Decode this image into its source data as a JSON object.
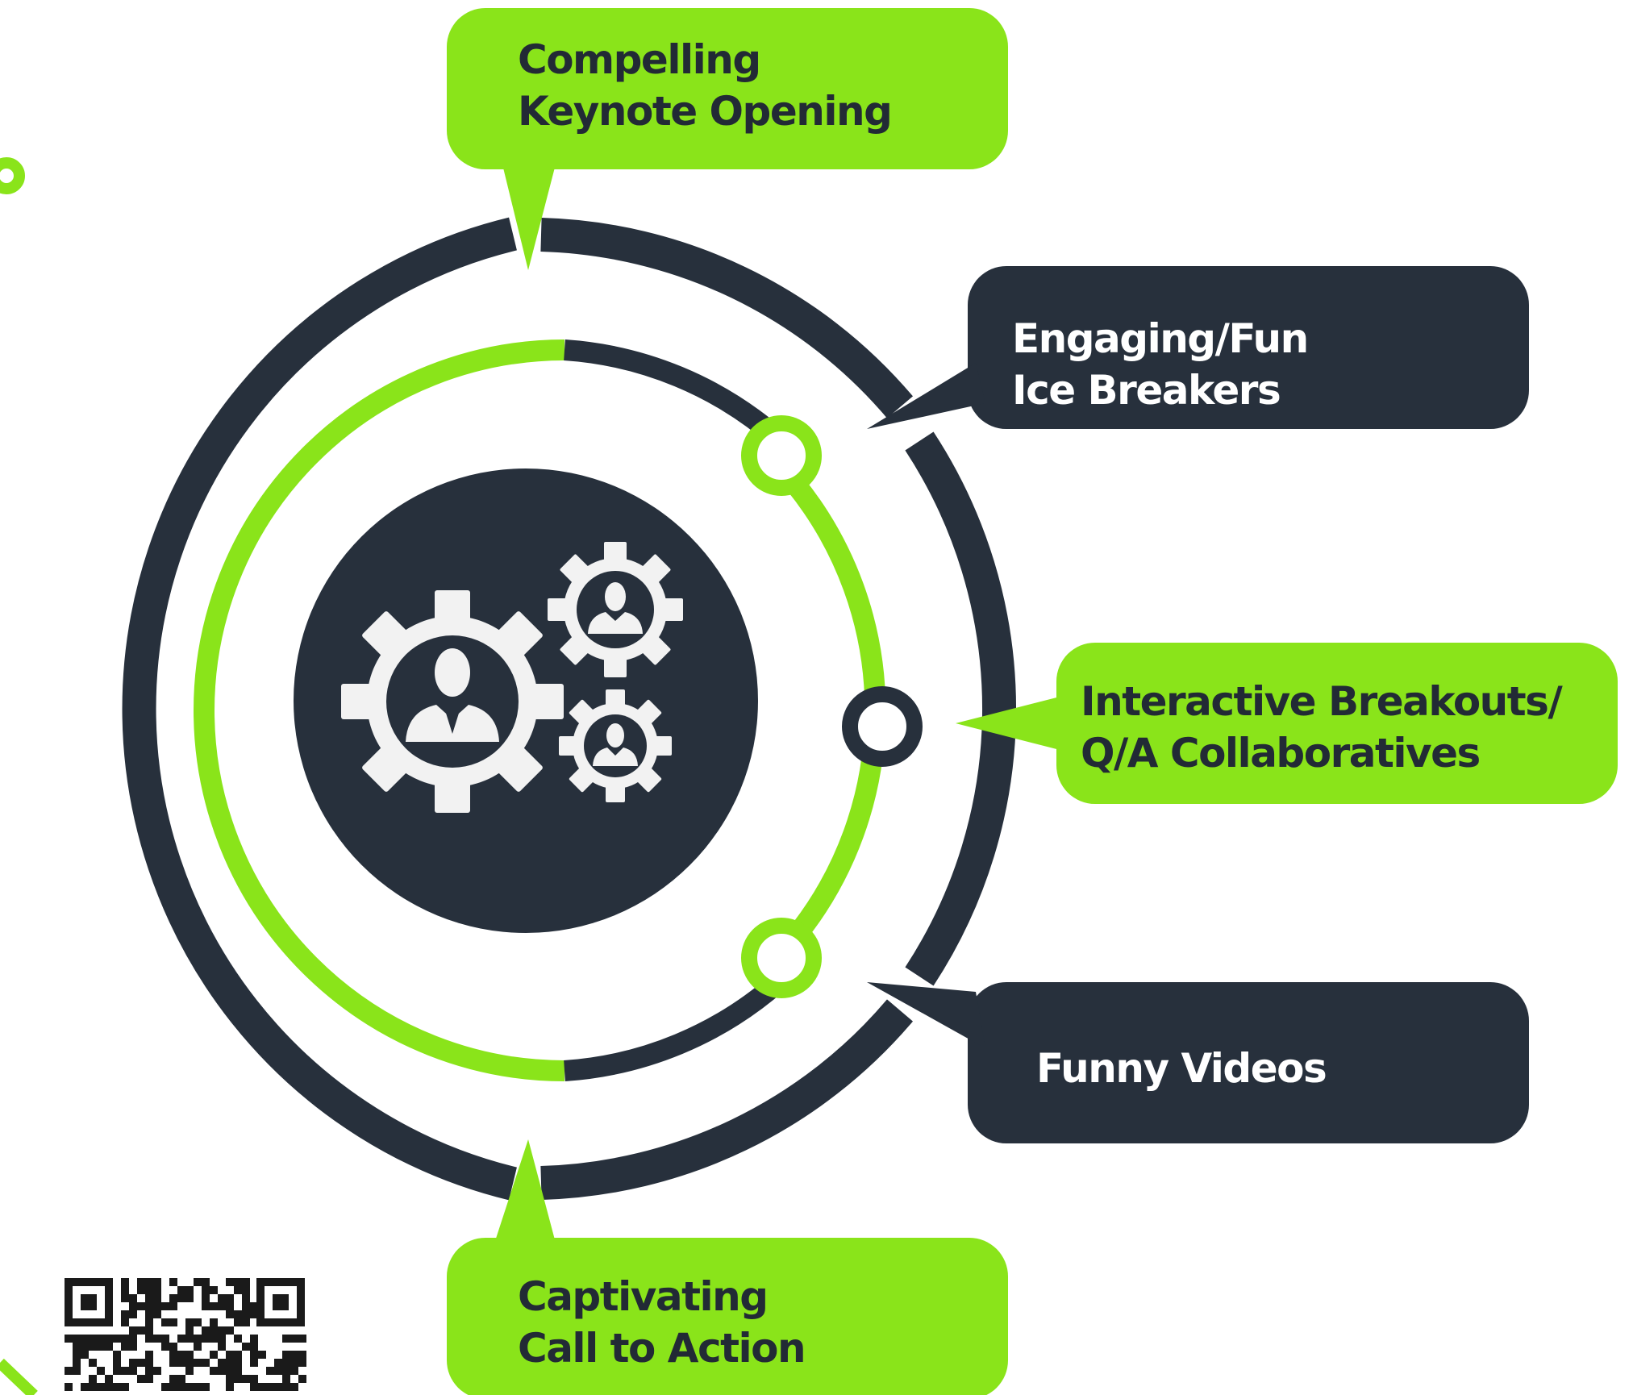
{
  "colors": {
    "accent_green": "#8ae41a",
    "dark_navy": "#27303c",
    "icon_light": "#f2f2f2",
    "background": "#ffffff"
  },
  "center_icon": "team-gears-icon",
  "callouts": {
    "keynote": {
      "line1": "Compelling",
      "line2": "Keynote Opening"
    },
    "icebreakers": {
      "line1": "Engaging/Fun",
      "line2": "Ice Breakers"
    },
    "breakouts": {
      "line1": "Interactive Breakouts/",
      "line2": "Q/A Collaboratives"
    },
    "videos": {
      "line1": "Funny Videos"
    },
    "cta": {
      "line1": "Captivating",
      "line2": "Call to Action"
    }
  },
  "qr_code": "qr-code-icon"
}
